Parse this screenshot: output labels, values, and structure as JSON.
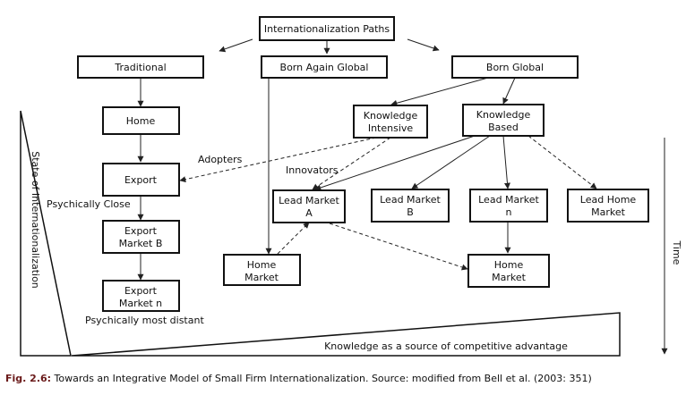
{
  "nodes": {
    "paths": "Internationalization Paths",
    "traditional": "Traditional",
    "born_again": "Born Again Global",
    "born_global": "Born Global",
    "home": "Home",
    "export": "Export",
    "export_b": [
      "Export",
      "Market B"
    ],
    "export_n": [
      "Export",
      "Market n"
    ],
    "knowledge_intensive": [
      "Knowledge",
      "Intensive"
    ],
    "knowledge_based": [
      "Knowledge",
      "Based"
    ],
    "lead_a": [
      "Lead Market",
      "A"
    ],
    "lead_b": [
      "Lead Market",
      "B"
    ],
    "lead_n": [
      "Lead Market",
      "n"
    ],
    "lead_home": [
      "Lead Home",
      "Market"
    ],
    "home_market_left": [
      "Home",
      "Market"
    ],
    "home_market_right": [
      "Home",
      "Market"
    ]
  },
  "labels": {
    "adopters": "Adopters",
    "innovators": "Innovators",
    "psychically_close": "Psychically Close",
    "psychically_distant": "Psychically most distant",
    "state_axis": "State of Internationalization",
    "time_axis": "Time",
    "knowledge_axis": "Knowledge as a source of competitive advantage"
  },
  "caption": {
    "fig": "Fig. 2.6:",
    "text": " Towards an Integrative Model of Small Firm Internationalization. Source: modified from Bell et al. (2003: 351)"
  }
}
